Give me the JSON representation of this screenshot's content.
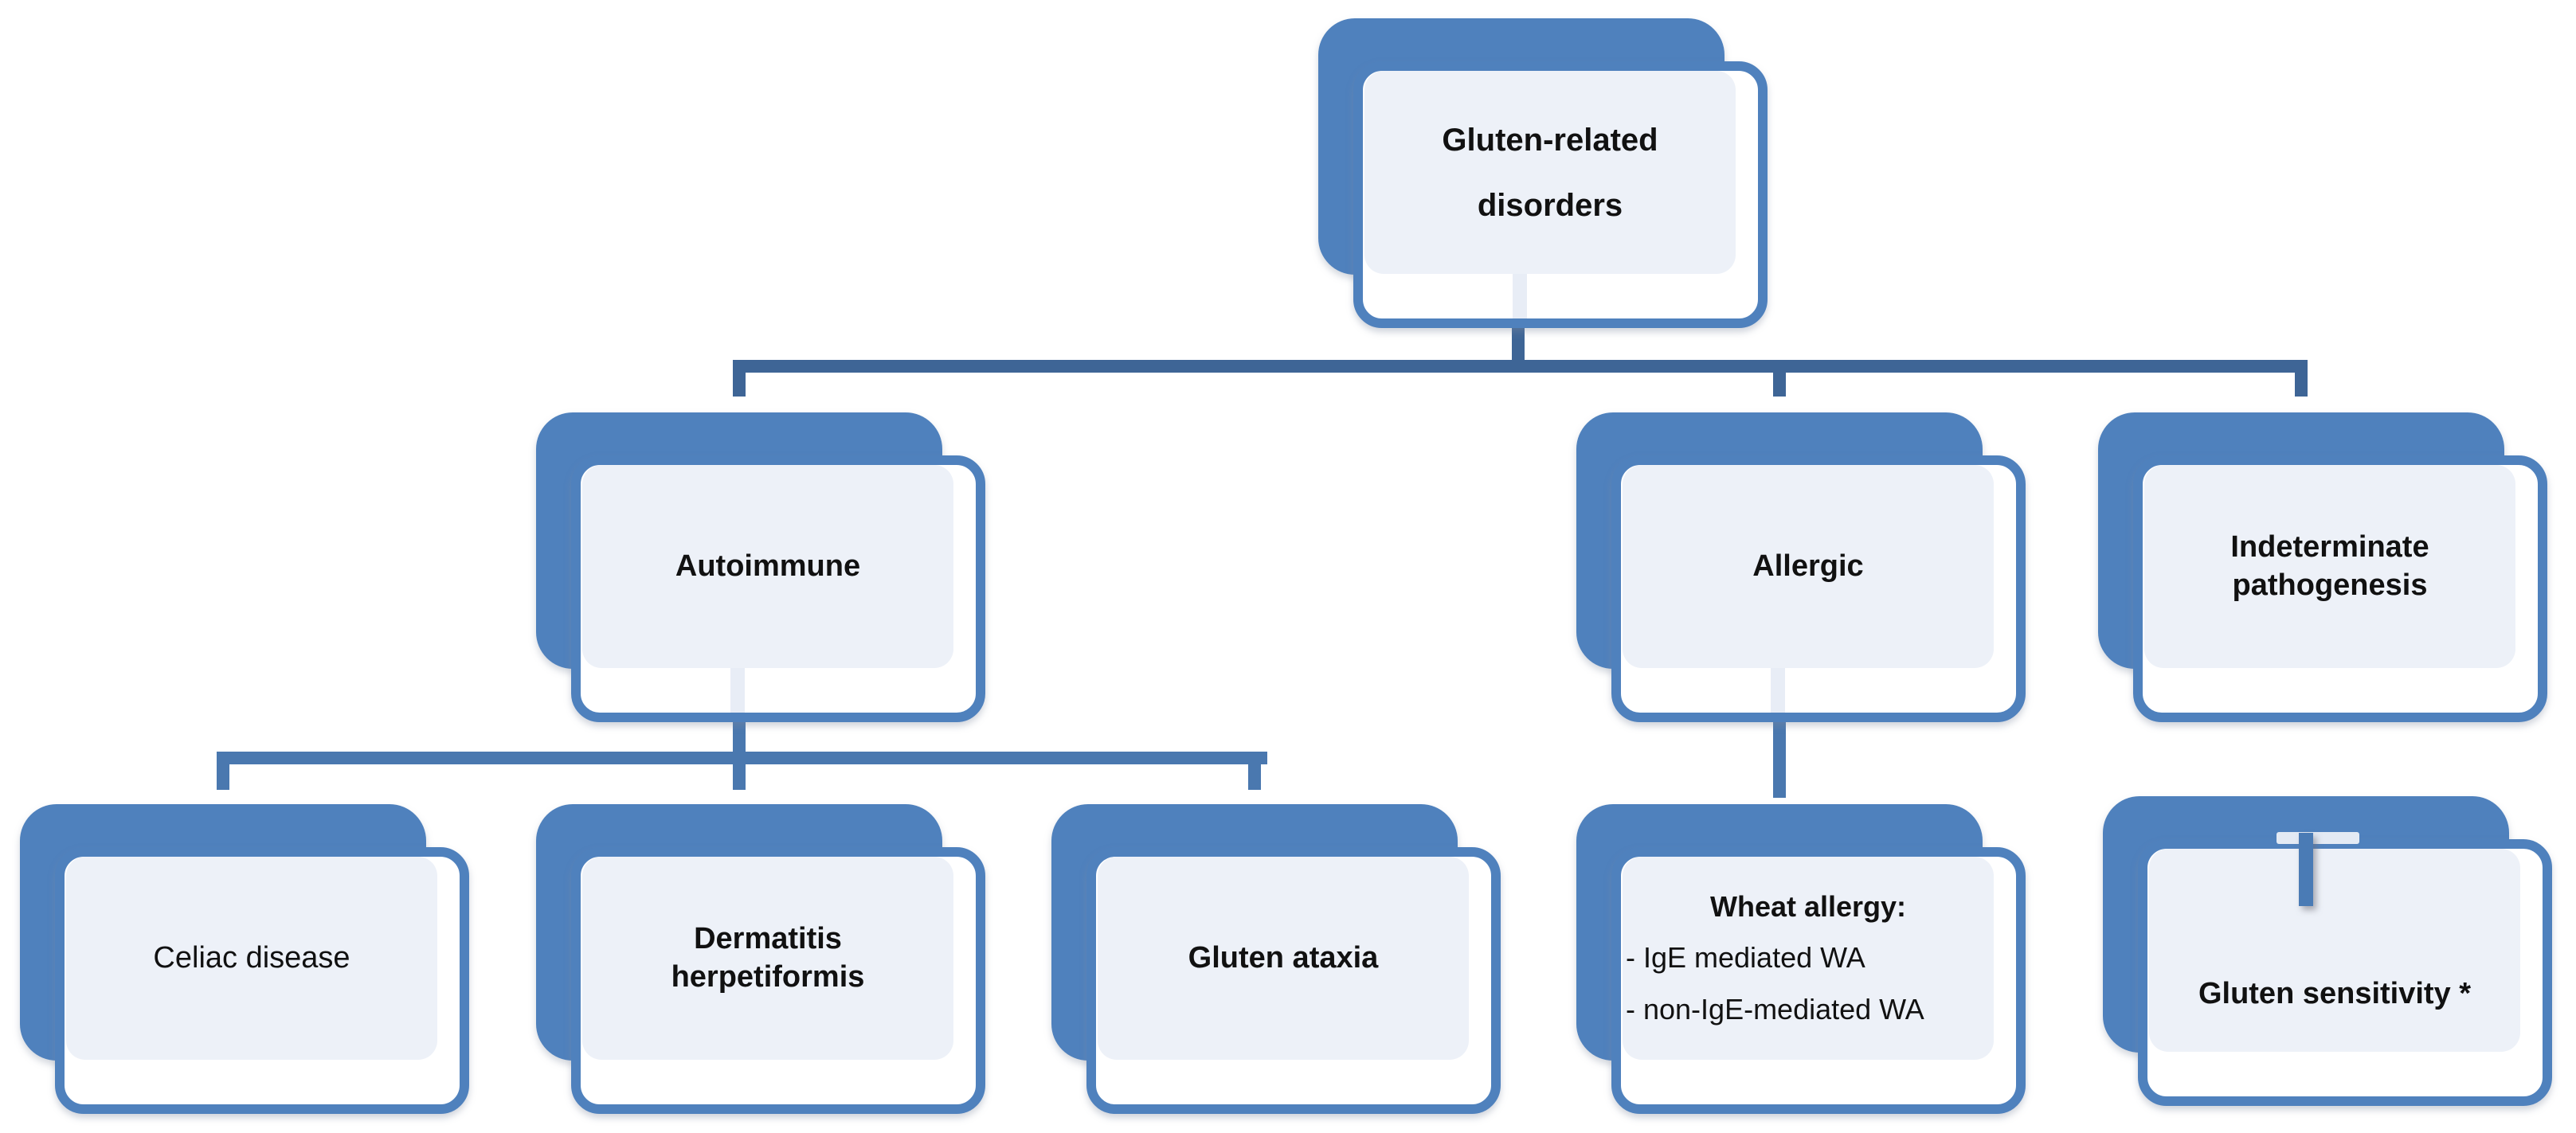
{
  "diagram": {
    "kind": "hierarchy flowchart",
    "root_label": "Gluten-related disorders"
  },
  "colors": {
    "box_blue": "#4F81BD",
    "panel_fill": "#EDF1F8",
    "connector_dark": "#3E6596",
    "connector_mid": "#4A78AF",
    "stub_light": "#E8EDF6",
    "stub_sens": "#4A7BB5",
    "text_color": "#111111"
  },
  "nodes": {
    "root": {
      "line1": "Gluten-related",
      "line2": "disorders"
    },
    "autoimmune": {
      "label": "Autoimmune"
    },
    "allergic": {
      "label": "Allergic"
    },
    "indeterminate": {
      "line1": "Indeterminate",
      "line2": "pathogenesis"
    },
    "celiac": {
      "label": "Celiac disease"
    },
    "dermatitis": {
      "line1": "Dermatitis",
      "line2": "herpetiformis"
    },
    "gluten_ataxia": {
      "label": "Gluten ataxia"
    },
    "wheat_allergy": {
      "heading": "Wheat allergy:",
      "item1": "- IgE mediated WA",
      "item2": "- non-IgE-mediated WA"
    },
    "gluten_sensitivity": {
      "label": "Gluten sensitivity *"
    }
  },
  "edges": [
    [
      "Gluten-related disorders",
      "Autoimmune"
    ],
    [
      "Gluten-related disorders",
      "Allergic"
    ],
    [
      "Gluten-related disorders",
      "Indeterminate pathogenesis"
    ],
    [
      "Autoimmune",
      "Celiac disease"
    ],
    [
      "Autoimmune",
      "Dermatitis herpetiformis"
    ],
    [
      "Autoimmune",
      "Gluten ataxia"
    ],
    [
      "Allergic",
      "Wheat allergy: - IgE mediated WA - non-IgE-mediated WA"
    ],
    [
      "Indeterminate pathogenesis",
      "Gluten sensitivity *"
    ]
  ]
}
